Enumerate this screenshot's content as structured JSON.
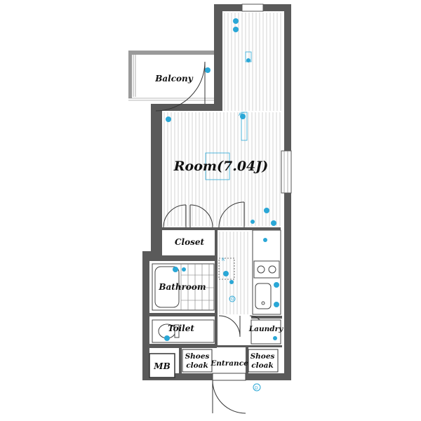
{
  "rooms": {
    "main_room": "Room(7.04J)",
    "balcony": "Balcony",
    "closet": "Closet",
    "bathroom": "Bathroom",
    "toilet": "Toilet",
    "laundry": "Laundry",
    "shoes_cloak_left_line1": "Shoes",
    "shoes_cloak_left_line2": "cloak",
    "entrance": "Entrance",
    "shoes_cloak_right_line1": "Shoes",
    "shoes_cloak_right_line2": "cloak",
    "mb": "MB"
  },
  "colors": {
    "wall": "#5a5a5a",
    "fixture_accent": "#2aa7d6",
    "background": "#ffffff"
  }
}
